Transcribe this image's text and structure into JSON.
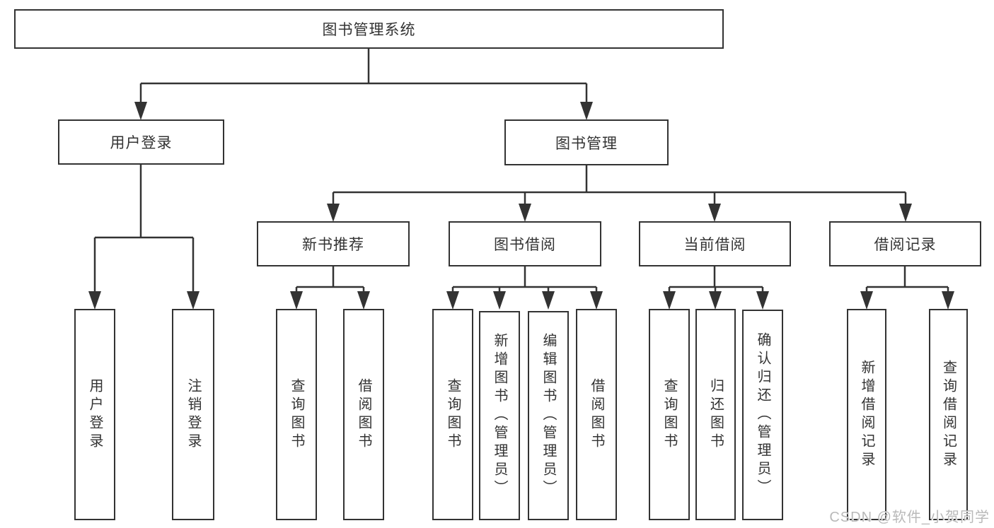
{
  "diagram": {
    "title": "图书管理系统",
    "branches": [
      {
        "label": "用户登录",
        "children": [
          {
            "label": "用户登录"
          },
          {
            "label": "注销登录"
          }
        ]
      },
      {
        "label": "图书管理",
        "children": [
          {
            "label": "新书推荐",
            "children": [
              {
                "label": "查询图书"
              },
              {
                "label": "借阅图书"
              }
            ]
          },
          {
            "label": "图书借阅",
            "children": [
              {
                "label": "查询图书"
              },
              {
                "label": "新增图书（管理员）"
              },
              {
                "label": "编辑图书（管理员）"
              },
              {
                "label": "借阅图书"
              }
            ]
          },
          {
            "label": "当前借阅",
            "children": [
              {
                "label": "查询图书"
              },
              {
                "label": "归还图书"
              },
              {
                "label": "确认归还（管理员）"
              }
            ]
          },
          {
            "label": "借阅记录",
            "children": [
              {
                "label": "新增借阅记录"
              },
              {
                "label": "查询借阅记录"
              }
            ]
          }
        ]
      }
    ],
    "line_color": "#333333",
    "box_border_color": "#333333",
    "text_color": "#333333",
    "background_color": "#ffffff"
  },
  "watermark": {
    "text": "CSDN @软件_小贺同学",
    "color": "#b9b9b9"
  }
}
